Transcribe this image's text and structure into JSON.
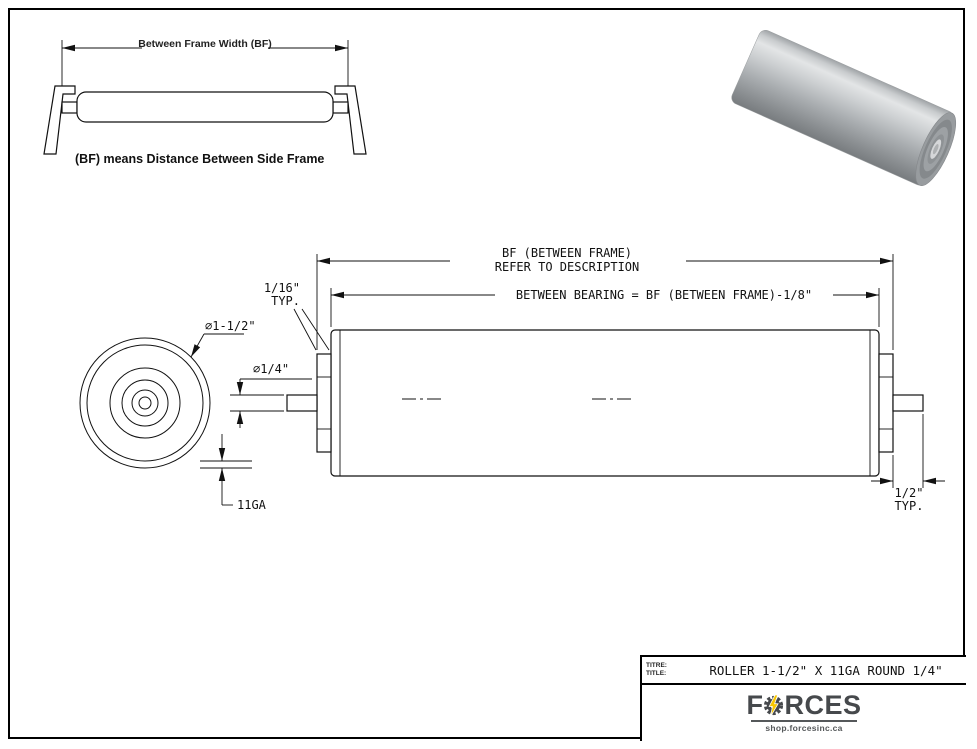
{
  "bf_diagram": {
    "dim_label": "Between Frame Width (BF)",
    "caption": "(BF) means Distance Between Side Frame"
  },
  "drawing": {
    "bf_dim_line1": "BF (BETWEEN FRAME)",
    "bf_dim_line2": "REFER TO DESCRIPTION",
    "between_bearing": "BETWEEN BEARING = BF (BETWEEN FRAME)-1/8\"",
    "gap_dim": "1/16\"",
    "gap_typ": "TYP.",
    "roller_dia": "∅1-1/2\"",
    "axle_dia": "∅1/4\"",
    "gauge": "11GA",
    "stub_dim": "1/2\"",
    "stub_typ": "TYP."
  },
  "title_block": {
    "label_titre": "TITRE:",
    "label_title": "TITLE:",
    "title": "ROLLER 1-1/2\" X 11GA ROUND 1/4\"",
    "brand_first": "F",
    "brand_rest": "RCES",
    "website": "shop.forcesinc.ca"
  }
}
